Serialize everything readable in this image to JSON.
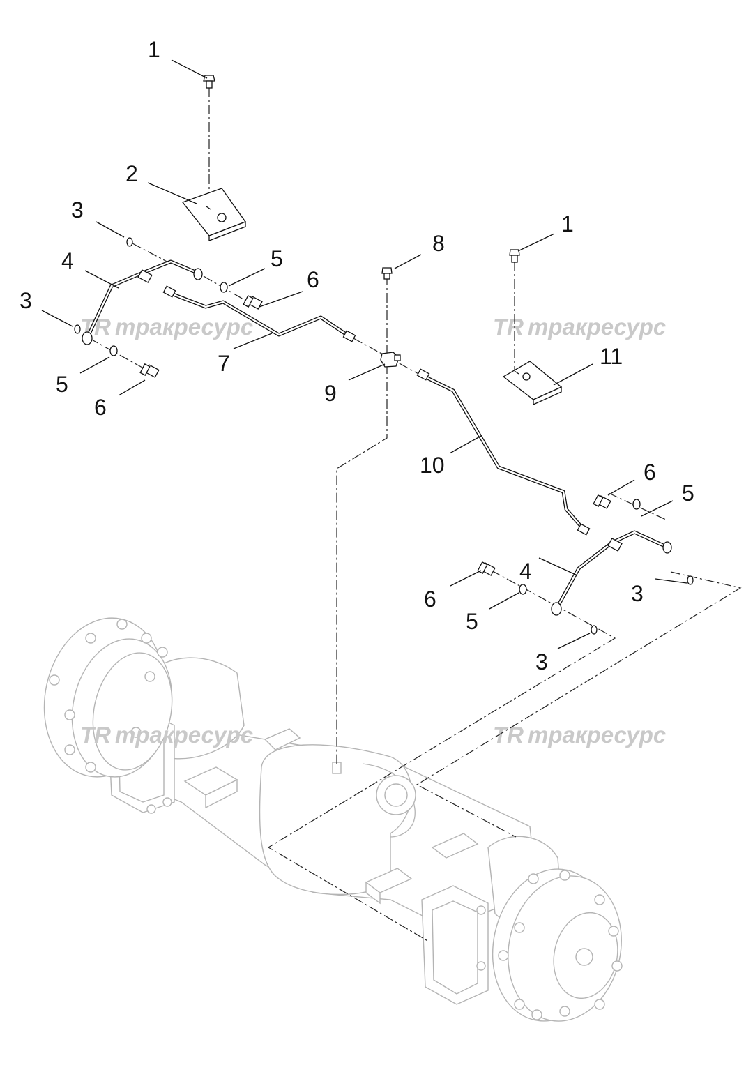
{
  "diagram": {
    "callouts": [
      {
        "id": "c1a",
        "text": "1"
      },
      {
        "id": "c2",
        "text": "2"
      },
      {
        "id": "c3a",
        "text": "3"
      },
      {
        "id": "c4a",
        "text": "4"
      },
      {
        "id": "c5a",
        "text": "5"
      },
      {
        "id": "c6a",
        "text": "6"
      },
      {
        "id": "c3b",
        "text": "3"
      },
      {
        "id": "c7",
        "text": "7"
      },
      {
        "id": "c5b",
        "text": "5"
      },
      {
        "id": "c6b",
        "text": "6"
      },
      {
        "id": "c8",
        "text": "8"
      },
      {
        "id": "c9",
        "text": "9"
      },
      {
        "id": "c1b",
        "text": "1"
      },
      {
        "id": "c11",
        "text": "11"
      },
      {
        "id": "c10",
        "text": "10"
      },
      {
        "id": "c6c",
        "text": "6"
      },
      {
        "id": "c5c",
        "text": "5"
      },
      {
        "id": "c4b",
        "text": "4"
      },
      {
        "id": "c3c",
        "text": "3"
      },
      {
        "id": "c6d",
        "text": "6"
      },
      {
        "id": "c5d",
        "text": "5"
      },
      {
        "id": "c3d",
        "text": "3"
      }
    ],
    "watermark_text": "тракресурс",
    "watermark_logo": "TR",
    "colors": {
      "line": "#111111",
      "axle": "#b4b4b4",
      "watermark": "#c9c9c9"
    }
  }
}
